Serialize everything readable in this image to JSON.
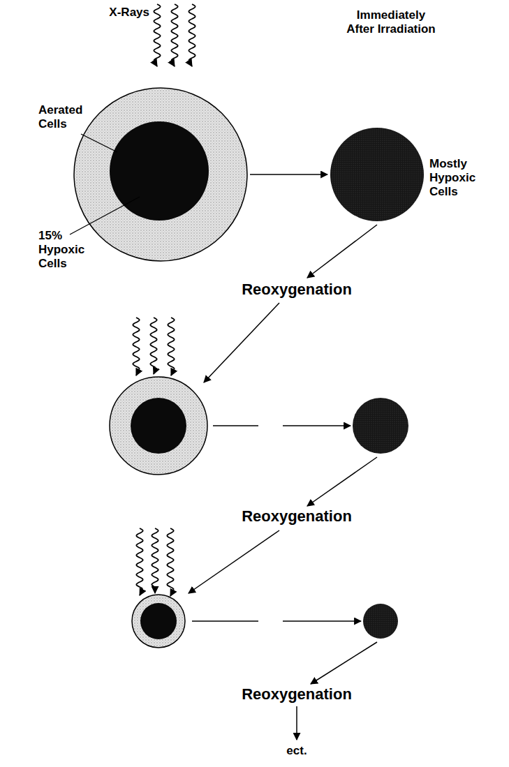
{
  "diagram": {
    "nodes": [
      {
        "text": [
          "Aerated Cells"
        ]
      },
      {
        "text": [
          "15% Hypoxic Cells"
        ],
        "in": 0
      },
      {
        "text": [
          "Mostly Hypoxic Cells"
        ]
      }
    ],
    "edges": [
      {
        "from": 0,
        "to": 2,
        "arrow": "to"
      }
    ],
    "labels": [
      "X-Rays",
      "Immediately After Irradiation",
      "Reoxygenation",
      "Reoxygenation",
      "Reoxygenation",
      "ect."
    ]
  }
}
